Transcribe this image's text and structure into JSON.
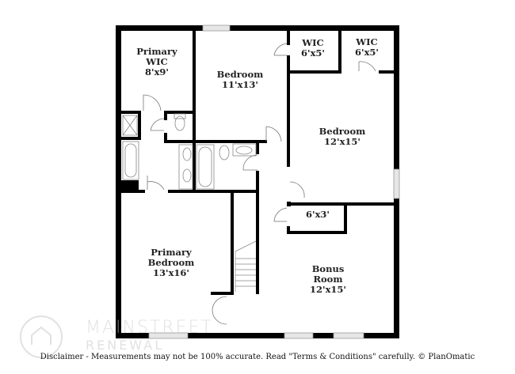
{
  "floorplan": {
    "rooms": [
      {
        "id": "primary-wic",
        "name_lines": [
          "Primary",
          "WIC"
        ],
        "dimensions": "8'x9'"
      },
      {
        "id": "bedroom-2",
        "name_lines": [
          "Bedroom"
        ],
        "dimensions": "11'x13'"
      },
      {
        "id": "wic-1",
        "name_lines": [
          "WIC"
        ],
        "dimensions": "6'x5'"
      },
      {
        "id": "wic-2",
        "name_lines": [
          "WIC"
        ],
        "dimensions": "6'x5'"
      },
      {
        "id": "bedroom-3",
        "name_lines": [
          "Bedroom"
        ],
        "dimensions": "12'x15'"
      },
      {
        "id": "closet",
        "name_lines": [],
        "dimensions": "6'x3'"
      },
      {
        "id": "primary-bedroom",
        "name_lines": [
          "Primary",
          "Bedroom"
        ],
        "dimensions": "13'x16'"
      },
      {
        "id": "bonus-room",
        "name_lines": [
          "Bonus",
          "Room"
        ],
        "dimensions": "12'x15'"
      }
    ],
    "colors": {
      "wall": "#000000",
      "fixture": "#888888",
      "window": "#dddddd",
      "background": "#ffffff"
    }
  },
  "watermark": {
    "line1": "MAINSTREET",
    "line2": "RENEWAL"
  },
  "footer": {
    "disclaimer": "Disclaimer - Measurements may not be 100% accurate. Read \"Terms & Conditions\" carefully. © PlanOmatic"
  }
}
